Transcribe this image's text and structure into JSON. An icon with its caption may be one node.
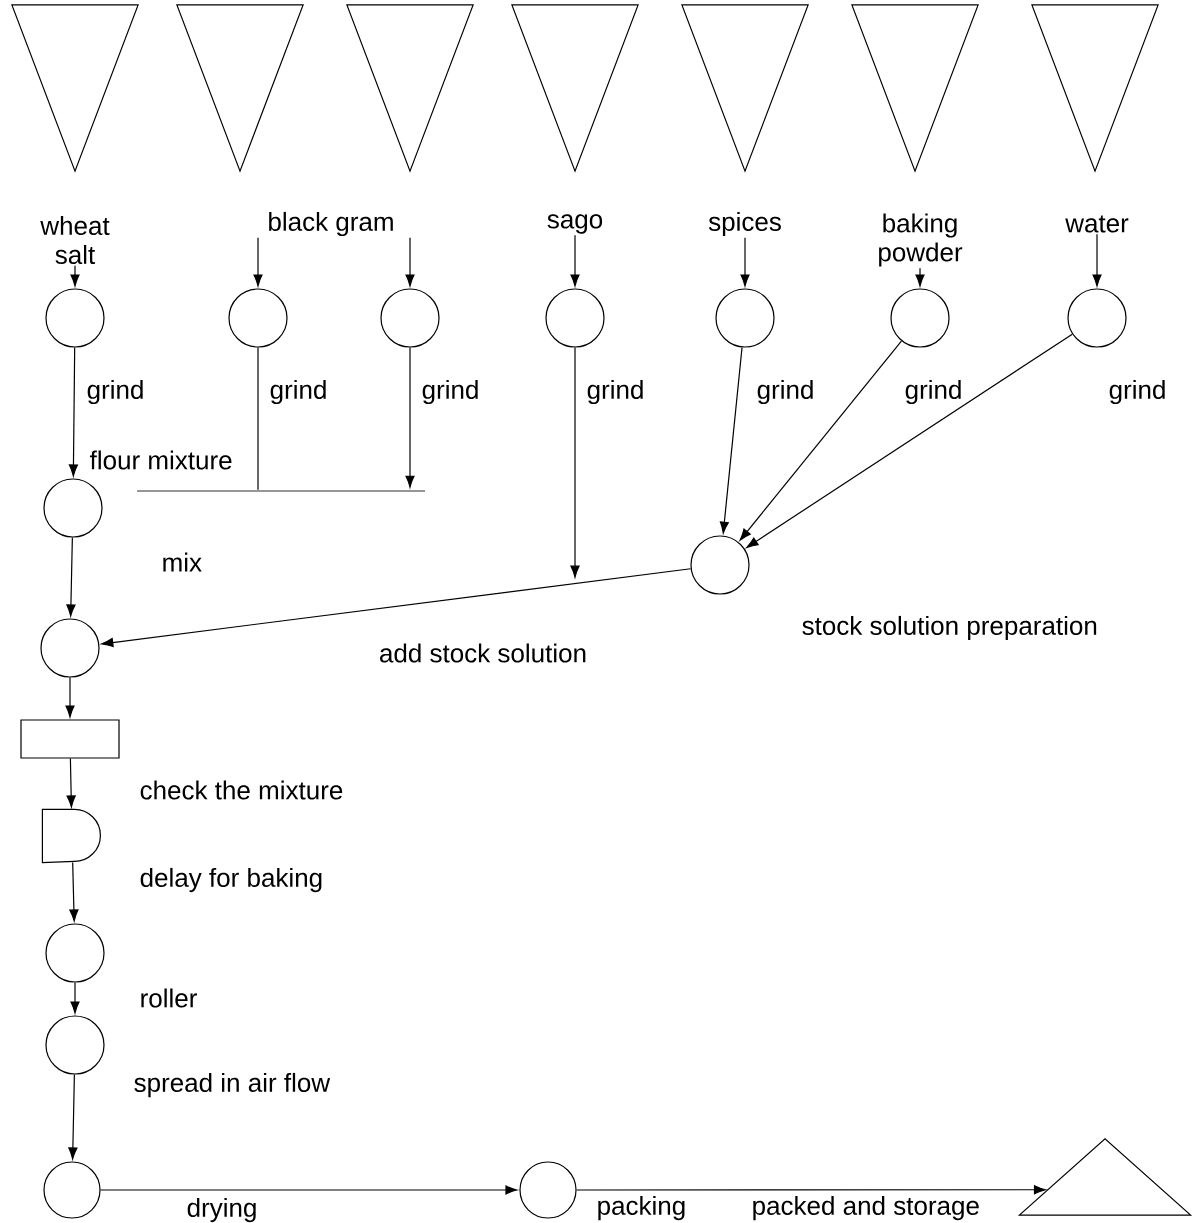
{
  "diagram": {
    "nodes": [
      {
        "text": [],
        "shape": "triangle"
      },
      {
        "text": [],
        "shape": "triangle"
      },
      {
        "text": [],
        "shape": "triangle"
      },
      {
        "text": [],
        "shape": "triangle"
      },
      {
        "text": [],
        "shape": "triangle"
      },
      {
        "text": [],
        "shape": "triangle"
      },
      {
        "text": [],
        "shape": "triangle"
      },
      {
        "text": [
          "wheat salt"
        ]
      },
      {
        "text": [
          "black gram"
        ]
      },
      {
        "text": [
          "sago"
        ]
      },
      {
        "text": [
          "spices"
        ]
      },
      {
        "text": [
          "baking powder"
        ]
      },
      {
        "text": [
          "water"
        ]
      },
      {
        "text": [],
        "shape": "circle",
        "beside": [
          "grind"
        ]
      },
      {
        "text": [],
        "shape": "circle",
        "beside": [
          "grind"
        ]
      },
      {
        "text": [],
        "shape": "circle",
        "beside": [
          "grind"
        ]
      },
      {
        "text": [],
        "shape": "circle",
        "beside": [
          "grind"
        ]
      },
      {
        "text": [],
        "shape": "circle",
        "beside": [
          "grind"
        ]
      },
      {
        "text": [],
        "shape": "circle",
        "beside": [
          "grind"
        ]
      },
      {
        "text": [],
        "shape": "circle",
        "beside": [
          "grind"
        ]
      },
      {
        "text": [],
        "shape": "circle",
        "beside": [
          "flour mixture",
          "mix"
        ]
      },
      {
        "text": [],
        "shape": "bar"
      },
      {
        "text": [],
        "shape": "circle",
        "beside": [
          "stock solution preparation"
        ]
      },
      {
        "text": [],
        "shape": "circle"
      },
      {
        "text": [],
        "shape": "box",
        "beside": [
          "check the mixture"
        ]
      },
      {
        "text": [],
        "shape": "semicircle",
        "beside": [
          "delay for baking"
        ]
      },
      {
        "text": [],
        "shape": "circle",
        "beside": [
          "roller"
        ]
      },
      {
        "text": [],
        "shape": "circle",
        "beside": [
          "spread in air flow"
        ]
      },
      {
        "text": [],
        "shape": "circle",
        "beside": [
          "drying"
        ]
      },
      {
        "text": [],
        "shape": "circle",
        "beside": [
          "packing"
        ]
      },
      {
        "text": [],
        "shape": "triangle",
        "beside": [
          "packed and storage"
        ]
      }
    ],
    "edges": [
      {
        "from": 7,
        "to": 13,
        "arrow": "to"
      },
      {
        "from": 8,
        "to": 14,
        "arrow": "to"
      },
      {
        "from": 8,
        "to": 15,
        "arrow": "to"
      },
      {
        "from": 9,
        "to": 16,
        "arrow": "to"
      },
      {
        "from": 10,
        "to": 17,
        "arrow": "to"
      },
      {
        "from": 11,
        "to": 18,
        "arrow": "to"
      },
      {
        "from": 12,
        "to": 19,
        "arrow": "to"
      },
      {
        "from": 13,
        "to": 20,
        "arrow": "to"
      },
      {
        "from": 14,
        "to": 21,
        "arrow": "none"
      },
      {
        "from": 15,
        "to": 21,
        "arrow": "to"
      },
      {
        "from": 16,
        "to": null,
        "arrow": "to"
      },
      {
        "from": 17,
        "to": 22,
        "arrow": "to"
      },
      {
        "from": 18,
        "to": 22,
        "arrow": "to"
      },
      {
        "from": 19,
        "to": 22,
        "arrow": "to"
      },
      {
        "from": 22,
        "to": 23,
        "arrow": "to",
        "label": "add stock solution"
      },
      {
        "from": 20,
        "to": 23,
        "arrow": "to"
      },
      {
        "from": 23,
        "to": 24,
        "arrow": "to"
      },
      {
        "from": 24,
        "to": 25,
        "arrow": "to"
      },
      {
        "from": 25,
        "to": 26,
        "arrow": "to"
      },
      {
        "from": 26,
        "to": 27,
        "arrow": "to"
      },
      {
        "from": 27,
        "to": 28,
        "arrow": "to"
      },
      {
        "from": 28,
        "to": 29,
        "arrow": "to"
      },
      {
        "from": 29,
        "to": 30,
        "arrow": "to"
      }
    ]
  }
}
